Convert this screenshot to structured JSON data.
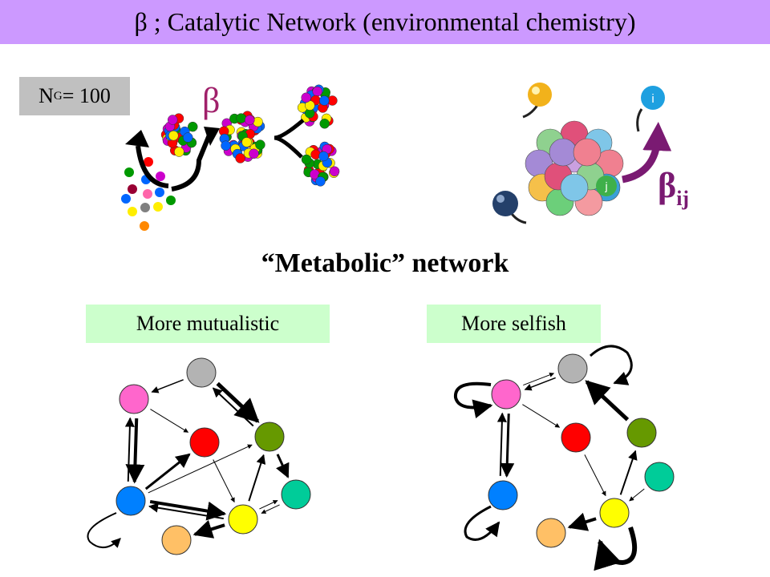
{
  "header": {
    "title": "β ; Catalytic Network (environmental chemistry)"
  },
  "ng_label": {
    "prefix": "N",
    "sub": "G",
    "suffix": " = 100"
  },
  "beta_label": "β",
  "beta_ij": {
    "symbol": "β",
    "sub": "ij"
  },
  "particle_labels": {
    "i": "i",
    "j": "j"
  },
  "network_title": "“Metabolic” network",
  "panels": [
    {
      "label": "More mutualistic"
    },
    {
      "label": "More selfish"
    }
  ],
  "colors": {
    "title_bar": "#cc99ff",
    "ng_box": "#c0c0c0",
    "tag": "#ccffcc",
    "gray": "#b3b3b3",
    "pink": "#ff66cc",
    "red": "#ff0000",
    "olive": "#669900",
    "blue": "#0080ff",
    "teal": "#00cc99",
    "yellow": "#ffff00",
    "orange": "#ffc066",
    "arrow_purple": "#7a1a72"
  }
}
